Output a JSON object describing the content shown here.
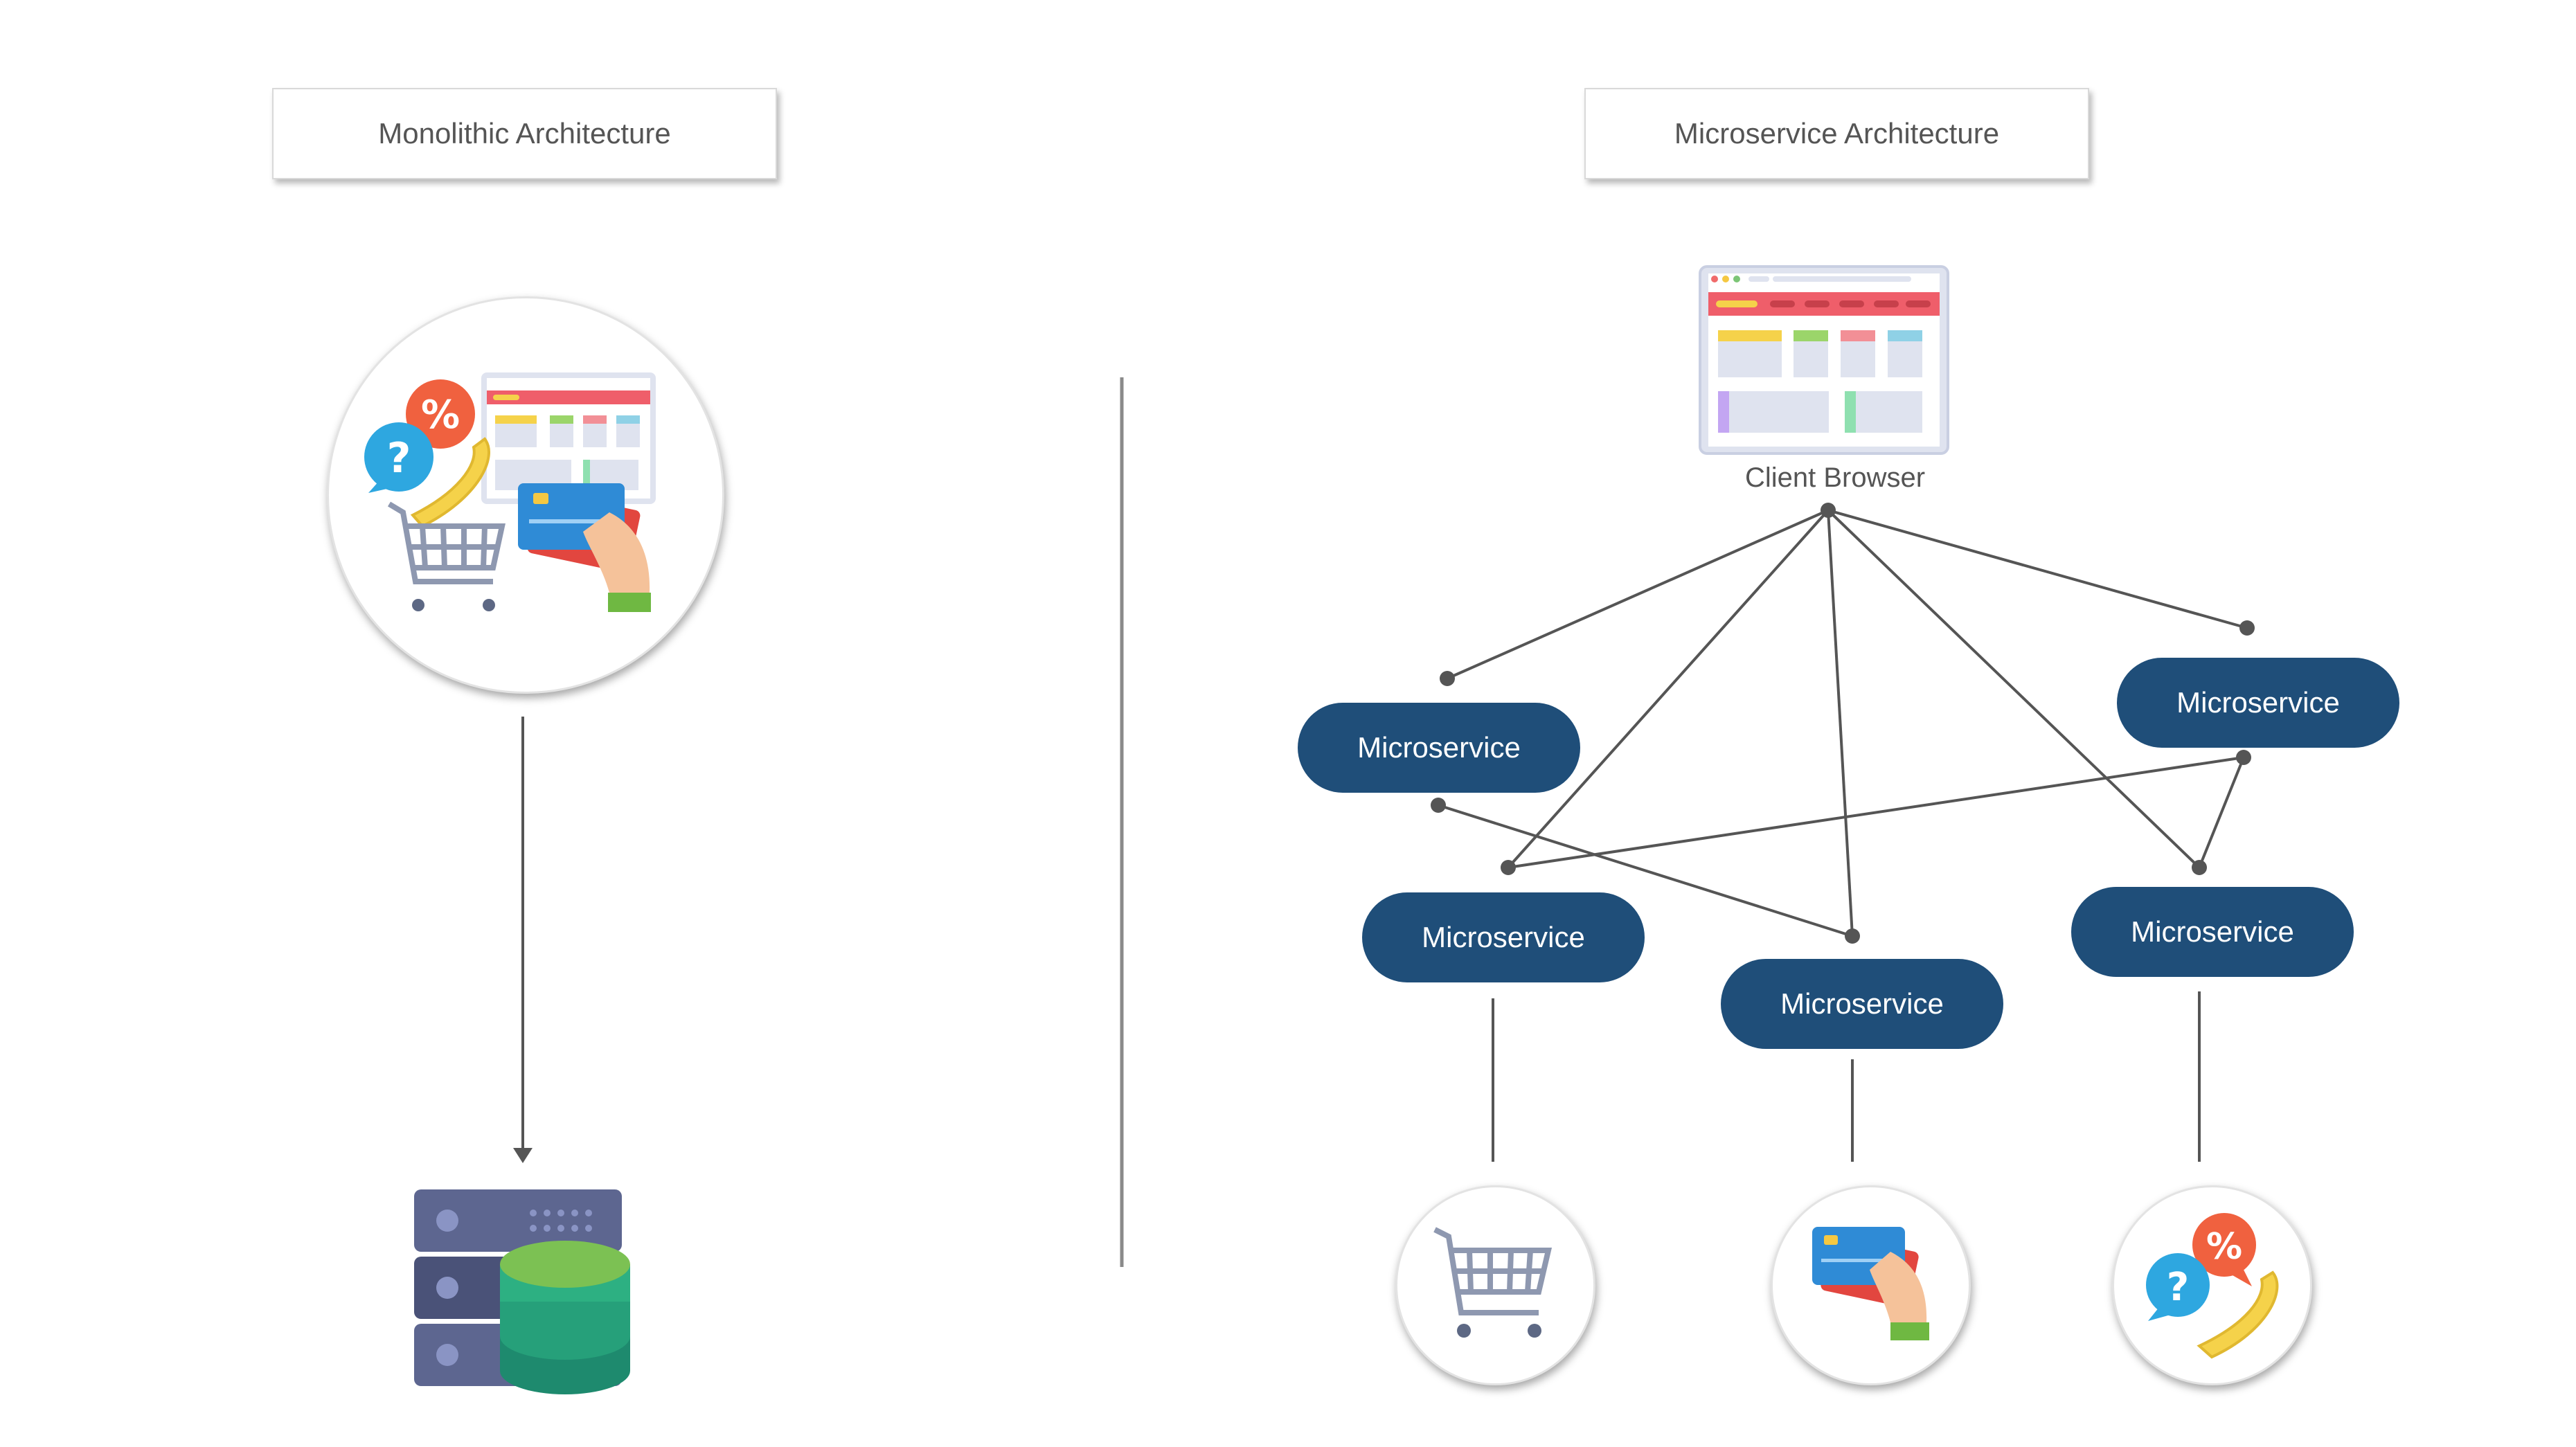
{
  "monolithic": {
    "title": "Monolithic Architecture"
  },
  "microservice": {
    "title": "Microservice Architecture",
    "client_label": "Client Browser",
    "services": [
      {
        "label": "Microservice"
      },
      {
        "label": "Microservice"
      },
      {
        "label": "Microservice"
      },
      {
        "label": "Microservice"
      },
      {
        "label": "Microservice"
      }
    ]
  },
  "colors": {
    "service_fill": "#1f4e79",
    "connector": "#555555",
    "divider": "#8a8a8a"
  },
  "icons": [
    "browser-icon",
    "shopping-cart-icon",
    "credit-card-icon",
    "phone-call-icon",
    "question-bubble-icon",
    "percent-bubble-icon",
    "database-server-icon"
  ]
}
